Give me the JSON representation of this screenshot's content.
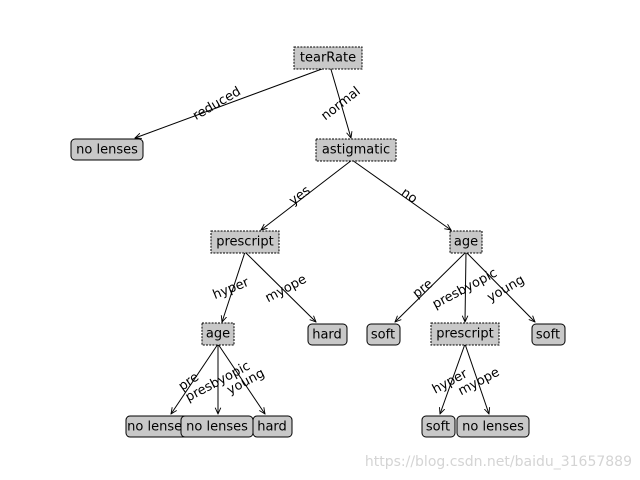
{
  "nodes": {
    "tearRate": "tearRate",
    "no_lenses_1": "no lenses",
    "astigmatic": "astigmatic",
    "prescript_1": "prescript",
    "age_1": "age",
    "age_2": "age",
    "hard_1": "hard",
    "soft_1": "soft",
    "prescript_2": "prescript",
    "soft_2": "soft",
    "no_lenses_2": "no lenses",
    "no_lenses_3": "no lenses",
    "hard_2": "hard",
    "soft_3": "soft",
    "no_lenses_4": "no lenses"
  },
  "edges": {
    "reduced": "reduced",
    "normal": "normal",
    "yes": "yes",
    "no": "no",
    "hyper_1": "hyper",
    "myope_1": "myope",
    "pre_1": "pre",
    "presbyopic_1": "presbyopic",
    "young_1": "young",
    "pre_2": "pre",
    "presbyopic_2": "presbyopic",
    "young_2": "young",
    "hyper_2": "hyper",
    "myope_2": "myope"
  },
  "watermark": "https://blog.csdn.net/baidu_31657889"
}
